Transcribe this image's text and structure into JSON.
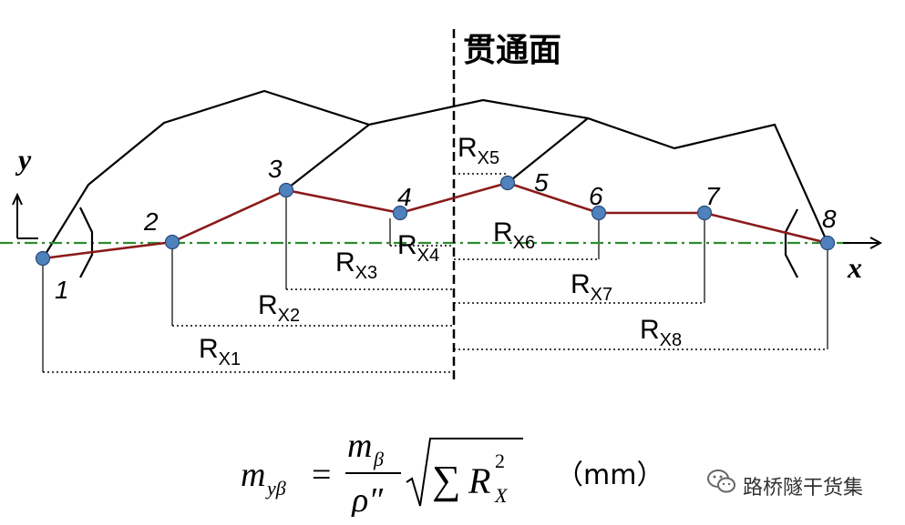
{
  "diagram": {
    "plane_label": "贯通面",
    "axis_y": "y",
    "axis_x": "x",
    "points": [
      "1",
      "2",
      "3",
      "4",
      "5",
      "6",
      "7",
      "8"
    ],
    "distances": [
      {
        "base": "R",
        "sub": "X1"
      },
      {
        "base": "R",
        "sub": "X2"
      },
      {
        "base": "R",
        "sub": "X3"
      },
      {
        "base": "R",
        "sub": "X4"
      },
      {
        "base": "R",
        "sub": "X5"
      },
      {
        "base": "R",
        "sub": "X6"
      },
      {
        "base": "R",
        "sub": "X7"
      },
      {
        "base": "R",
        "sub": "X8"
      }
    ],
    "colors": {
      "traverse_line": "#8b1a1a",
      "point_fill": "#4f81bd",
      "axis_line": "#2e8b2e"
    }
  },
  "formula": {
    "lhs": "m",
    "lhs_sub": "yβ",
    "equals": "=",
    "num": "m",
    "num_sub": "β",
    "den": "ρ″",
    "sum": "∑",
    "r": "R",
    "r_sup": "2",
    "r_sub": "X",
    "unit": "（mm）"
  },
  "watermark": {
    "text": "路桥隧干货集",
    "icon": "wechat-icon"
  }
}
